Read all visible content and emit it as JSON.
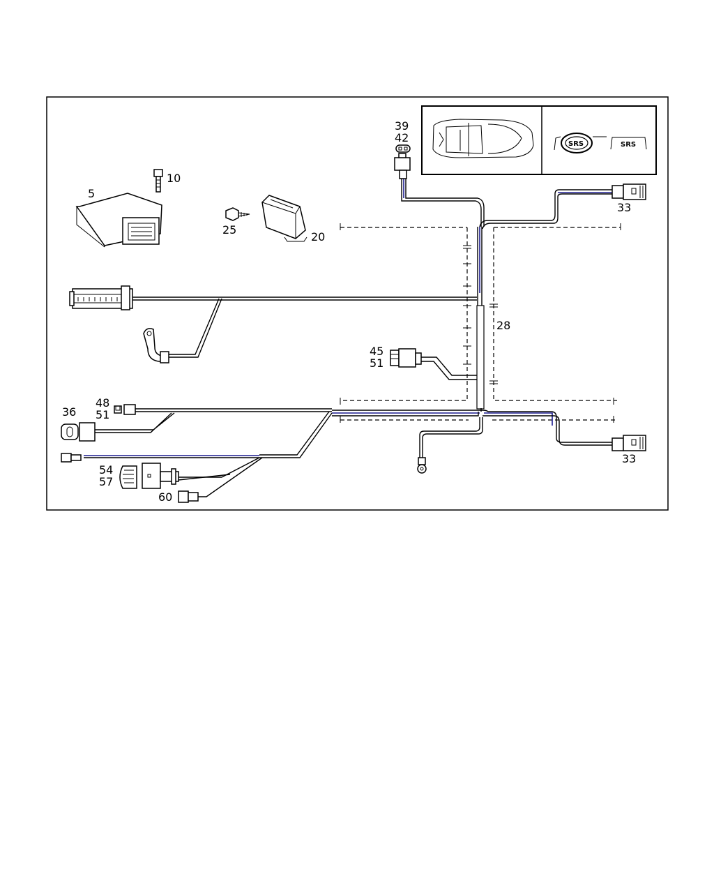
{
  "labels": {
    "l5": "5",
    "l10": "10",
    "l20": "20",
    "l25": "25",
    "l28": "28",
    "l33a": "33",
    "l33b": "33",
    "l36": "36",
    "l39": "39",
    "l42": "42",
    "l45": "45",
    "l51a": "51",
    "l48": "48",
    "l51b": "51",
    "l54": "54",
    "l57": "57",
    "l60": "60"
  },
  "inset": {
    "srs_left": "SRS",
    "srs_right": "SRS"
  },
  "colors": {
    "line": "#000000",
    "wire_highlight": "#1b1b8f",
    "background": "#ffffff"
  }
}
